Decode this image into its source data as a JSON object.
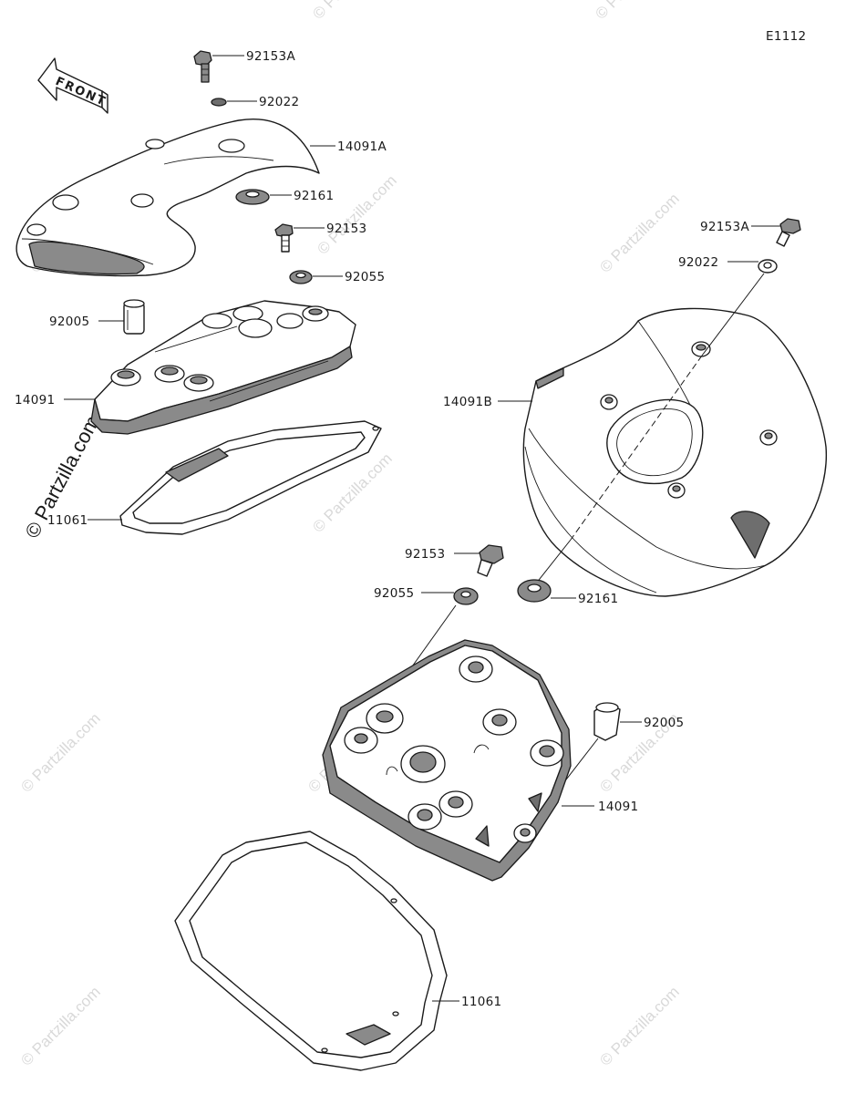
{
  "diagram_code": "E1112",
  "front_label": "FRONT",
  "watermark": "© Partzilla.com",
  "callouts": {
    "left_bolt_a": "92153A",
    "left_washer_a": "92022",
    "left_cover": "14091A",
    "left_grommet": "92161",
    "left_bolt": "92153",
    "left_washer": "92055",
    "left_dowel": "92005",
    "left_head_cover": "14091",
    "left_gasket": "11061",
    "right_bolt_a": "92153A",
    "right_washer_a": "92022",
    "right_cover": "14091B",
    "right_bolt": "92153",
    "right_washer": "92055",
    "right_grommet": "92161",
    "right_dowel": "92005",
    "right_head_cover": "14091",
    "right_gasket": "11061"
  }
}
